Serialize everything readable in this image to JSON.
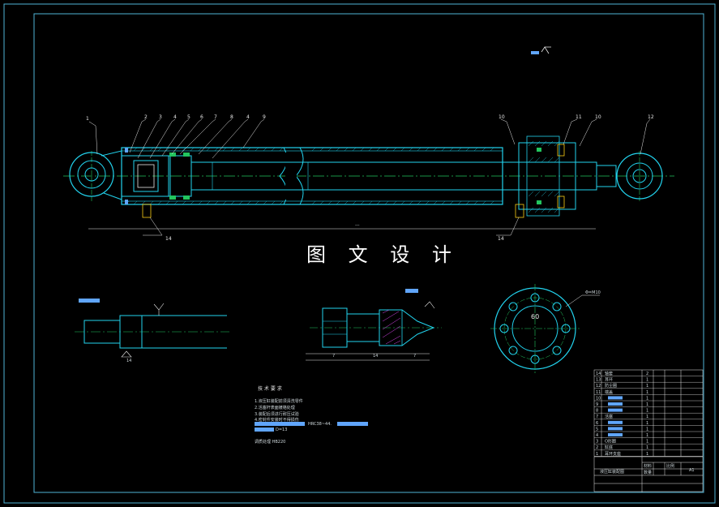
{
  "drawing": {
    "center_title": "图 文 设 计",
    "colors": {
      "background": "#000000",
      "frame": "#4fb4d6",
      "body": "#22d3ee",
      "centerline": "#22c55e",
      "white": "#ffffff",
      "yellow": "#facc15",
      "magenta": "#d946ef",
      "blue_fill": "#60a5fa"
    },
    "part_callouts": [
      "1",
      "2",
      "3",
      "4",
      "5",
      "6",
      "7",
      "8",
      "4",
      "9",
      "10",
      "11",
      "10",
      "12"
    ],
    "lower_callouts": [
      "14",
      "14"
    ],
    "rod_end_dim": "14",
    "piston_dims": [
      "7",
      "14",
      "7"
    ],
    "flange_dim": "60",
    "flange_label": "Φ=M10",
    "tech_req_title": "技 术 要 求",
    "tech_req_lines": [
      "1.液压缸装配前须清洗零件",
      "2.活塞杆表面镀铬处理",
      "3.装配后须进行耐压试验",
      "4.密封件安装时不得损伤",
      "HRC38~44.",
      "D=13",
      "调质处理 HB220"
    ],
    "bom_rows": [
      {
        "no": "14",
        "name": "轴套",
        "qty": "2"
      },
      {
        "no": "13",
        "name": "耳环",
        "qty": "1"
      },
      {
        "no": "12",
        "name": "防尘圈",
        "qty": "1"
      },
      {
        "no": "11",
        "name": "端盖",
        "qty": "1"
      },
      {
        "no": "10",
        "name": "",
        "qty": "1"
      },
      {
        "no": "9",
        "name": "",
        "qty": "1"
      },
      {
        "no": "8",
        "name": "",
        "qty": "1"
      },
      {
        "no": "7",
        "name": "活塞",
        "qty": "1"
      },
      {
        "no": "6",
        "name": "",
        "qty": "1"
      },
      {
        "no": "5",
        "name": "",
        "qty": "1"
      },
      {
        "no": "4",
        "name": "",
        "qty": "1"
      },
      {
        "no": "3",
        "name": "O形圈",
        "qty": "1"
      },
      {
        "no": "2",
        "name": "缸底",
        "qty": "1"
      },
      {
        "no": "1",
        "name": "耳环支座",
        "qty": "1"
      }
    ],
    "title_block": {
      "drawing_name": "液压缸装配图",
      "scale_label": "比例",
      "sheet_size": "A1",
      "material_label": "材料",
      "qty_label": "数量"
    }
  }
}
